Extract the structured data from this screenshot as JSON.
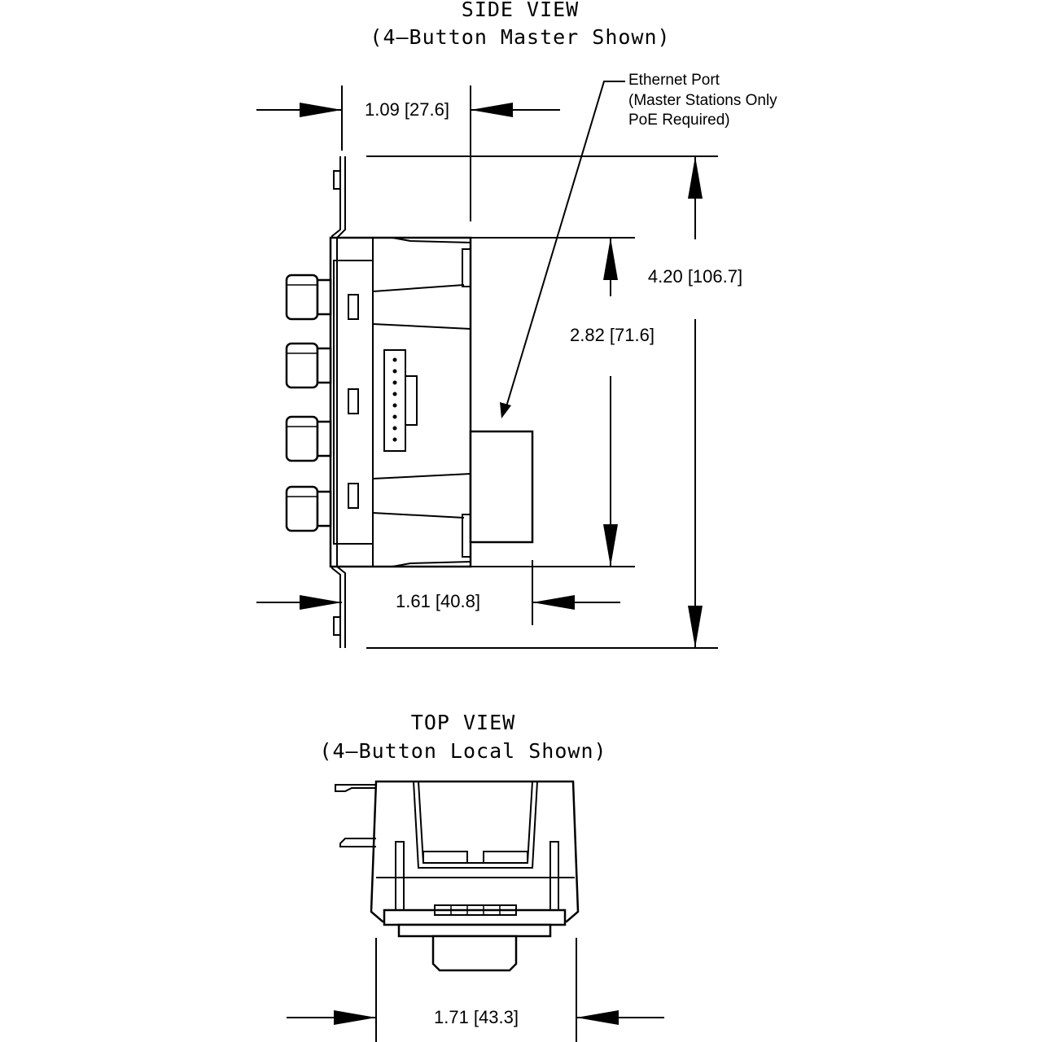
{
  "side_view": {
    "title": "SIDE VIEW",
    "subtitle": "(4—Button Master Shown)",
    "callout_line1": "Ethernet Port",
    "callout_line2": "(Master Stations Only",
    "callout_line3": "PoE Required)",
    "dim_depth_front": "1.09 [27.6]",
    "dim_height_total": "4.20 [106.7]",
    "dim_height_box": "2.82 [71.6]",
    "dim_depth_total": "1.61 [40.8]"
  },
  "top_view": {
    "title": "TOP VIEW",
    "subtitle": "(4—Button Local Shown)",
    "dim_width": "1.71 [43.3]"
  }
}
